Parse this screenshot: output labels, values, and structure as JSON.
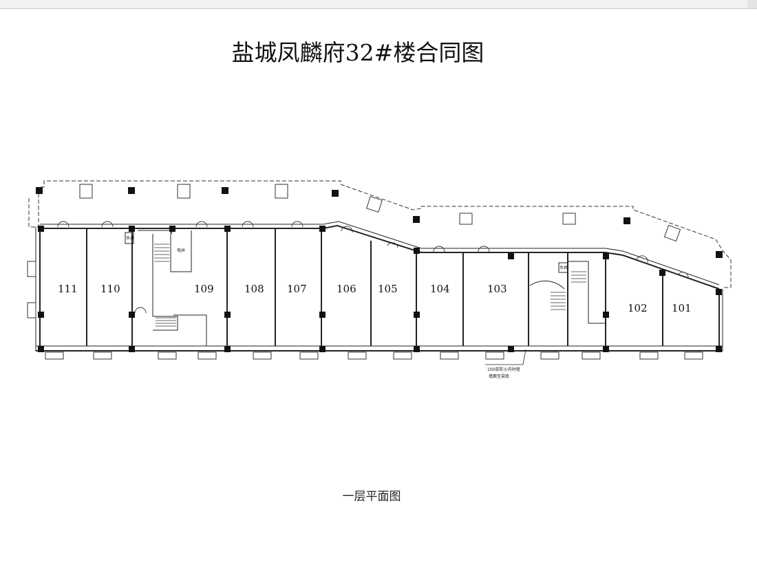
{
  "title": "盐城凤麟府32#楼合同图",
  "caption": "一层平面图",
  "rooms": [
    {
      "id": "101",
      "label": "101"
    },
    {
      "id": "102",
      "label": "102"
    },
    {
      "id": "103",
      "label": "103"
    },
    {
      "id": "104",
      "label": "104"
    },
    {
      "id": "105",
      "label": "105"
    },
    {
      "id": "106",
      "label": "106"
    },
    {
      "id": "107",
      "label": "107"
    },
    {
      "id": "108",
      "label": "108"
    },
    {
      "id": "109",
      "label": "109"
    },
    {
      "id": "110",
      "label": "110"
    },
    {
      "id": "111",
      "label": "111"
    }
  ],
  "annotations": {
    "water_shaft_left": "水井",
    "water_shaft_right": "水井",
    "electric_shaft": "电井",
    "firewall_note_line1": "100厚防火内衬墙",
    "firewall_note_line2": "墙面至梁底"
  }
}
